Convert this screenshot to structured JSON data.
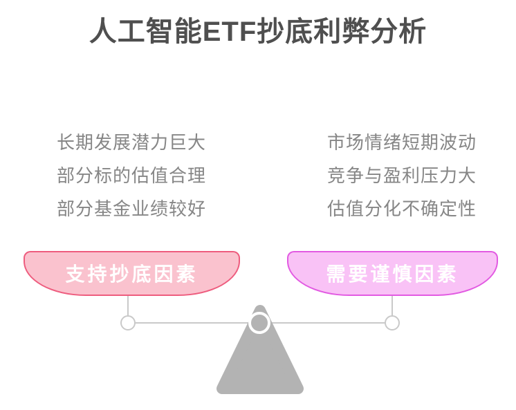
{
  "title": "人工智能ETF抄底利弊分析",
  "left_panel": {
    "items": [
      "长期发展潜力巨大",
      "部分标的估值合理",
      "部分基金业绩较好"
    ],
    "pan_label": "支持抄底因素",
    "fill": "#fac2ce",
    "border": "#ee5c7e"
  },
  "right_panel": {
    "items": [
      "市场情绪短期波动",
      "竞争与盈利压力大",
      "估值分化不确定性"
    ],
    "pan_label": "需要谨慎因素",
    "fill": "#f9c2f6",
    "border": "#e25ae2"
  },
  "scale": {
    "line_color": "#c9c9c9",
    "fulcrum_color": "#b3b3b3",
    "pivot_ring_color": "#ffffff"
  },
  "text_colors": {
    "title": "#4f4f4f",
    "items": "#868686",
    "pan_label": "#ffffff"
  }
}
